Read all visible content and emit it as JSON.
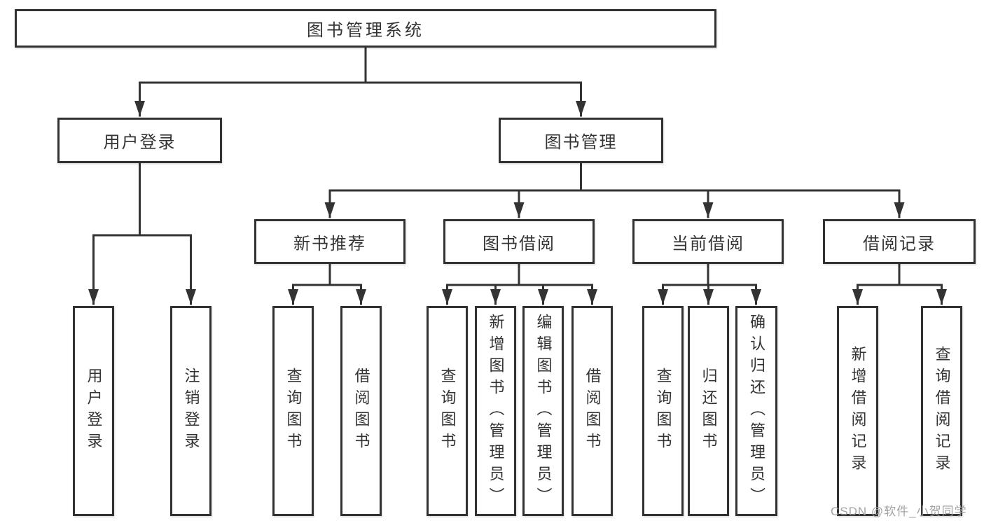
{
  "root": {
    "label": "图书管理系统"
  },
  "level2": {
    "user_login": {
      "label": "用户登录"
    },
    "book_management": {
      "label": "图书管理"
    }
  },
  "level3": {
    "new_book_recommend": {
      "label": "新书推荐"
    },
    "book_borrowing": {
      "label": "图书借阅"
    },
    "current_borrowing": {
      "label": "当前借阅"
    },
    "borrowing_records": {
      "label": "借阅记录"
    }
  },
  "leaves": {
    "user_login": [
      "用户登录",
      "注销登录"
    ],
    "new_book_recommend": [
      "查询图书",
      "借阅图书"
    ],
    "book_borrowing": [
      "查询图书",
      "新增图书（管理员）",
      "编辑图书（管理员）",
      "借阅图书"
    ],
    "current_borrowing": [
      "查询图书",
      "归还图书",
      "确认归还（管理员）"
    ],
    "borrowing_records": [
      "新增借阅记录",
      "查询借阅记录"
    ]
  },
  "watermark": {
    "text": "CSDN @软件_小贺同学"
  },
  "colors": {
    "line": "#333333",
    "box_border": "#323232",
    "box_fill": "#ffffff",
    "text": "#333333",
    "watermark": "#9e9e9e",
    "background": "#ffffff"
  }
}
